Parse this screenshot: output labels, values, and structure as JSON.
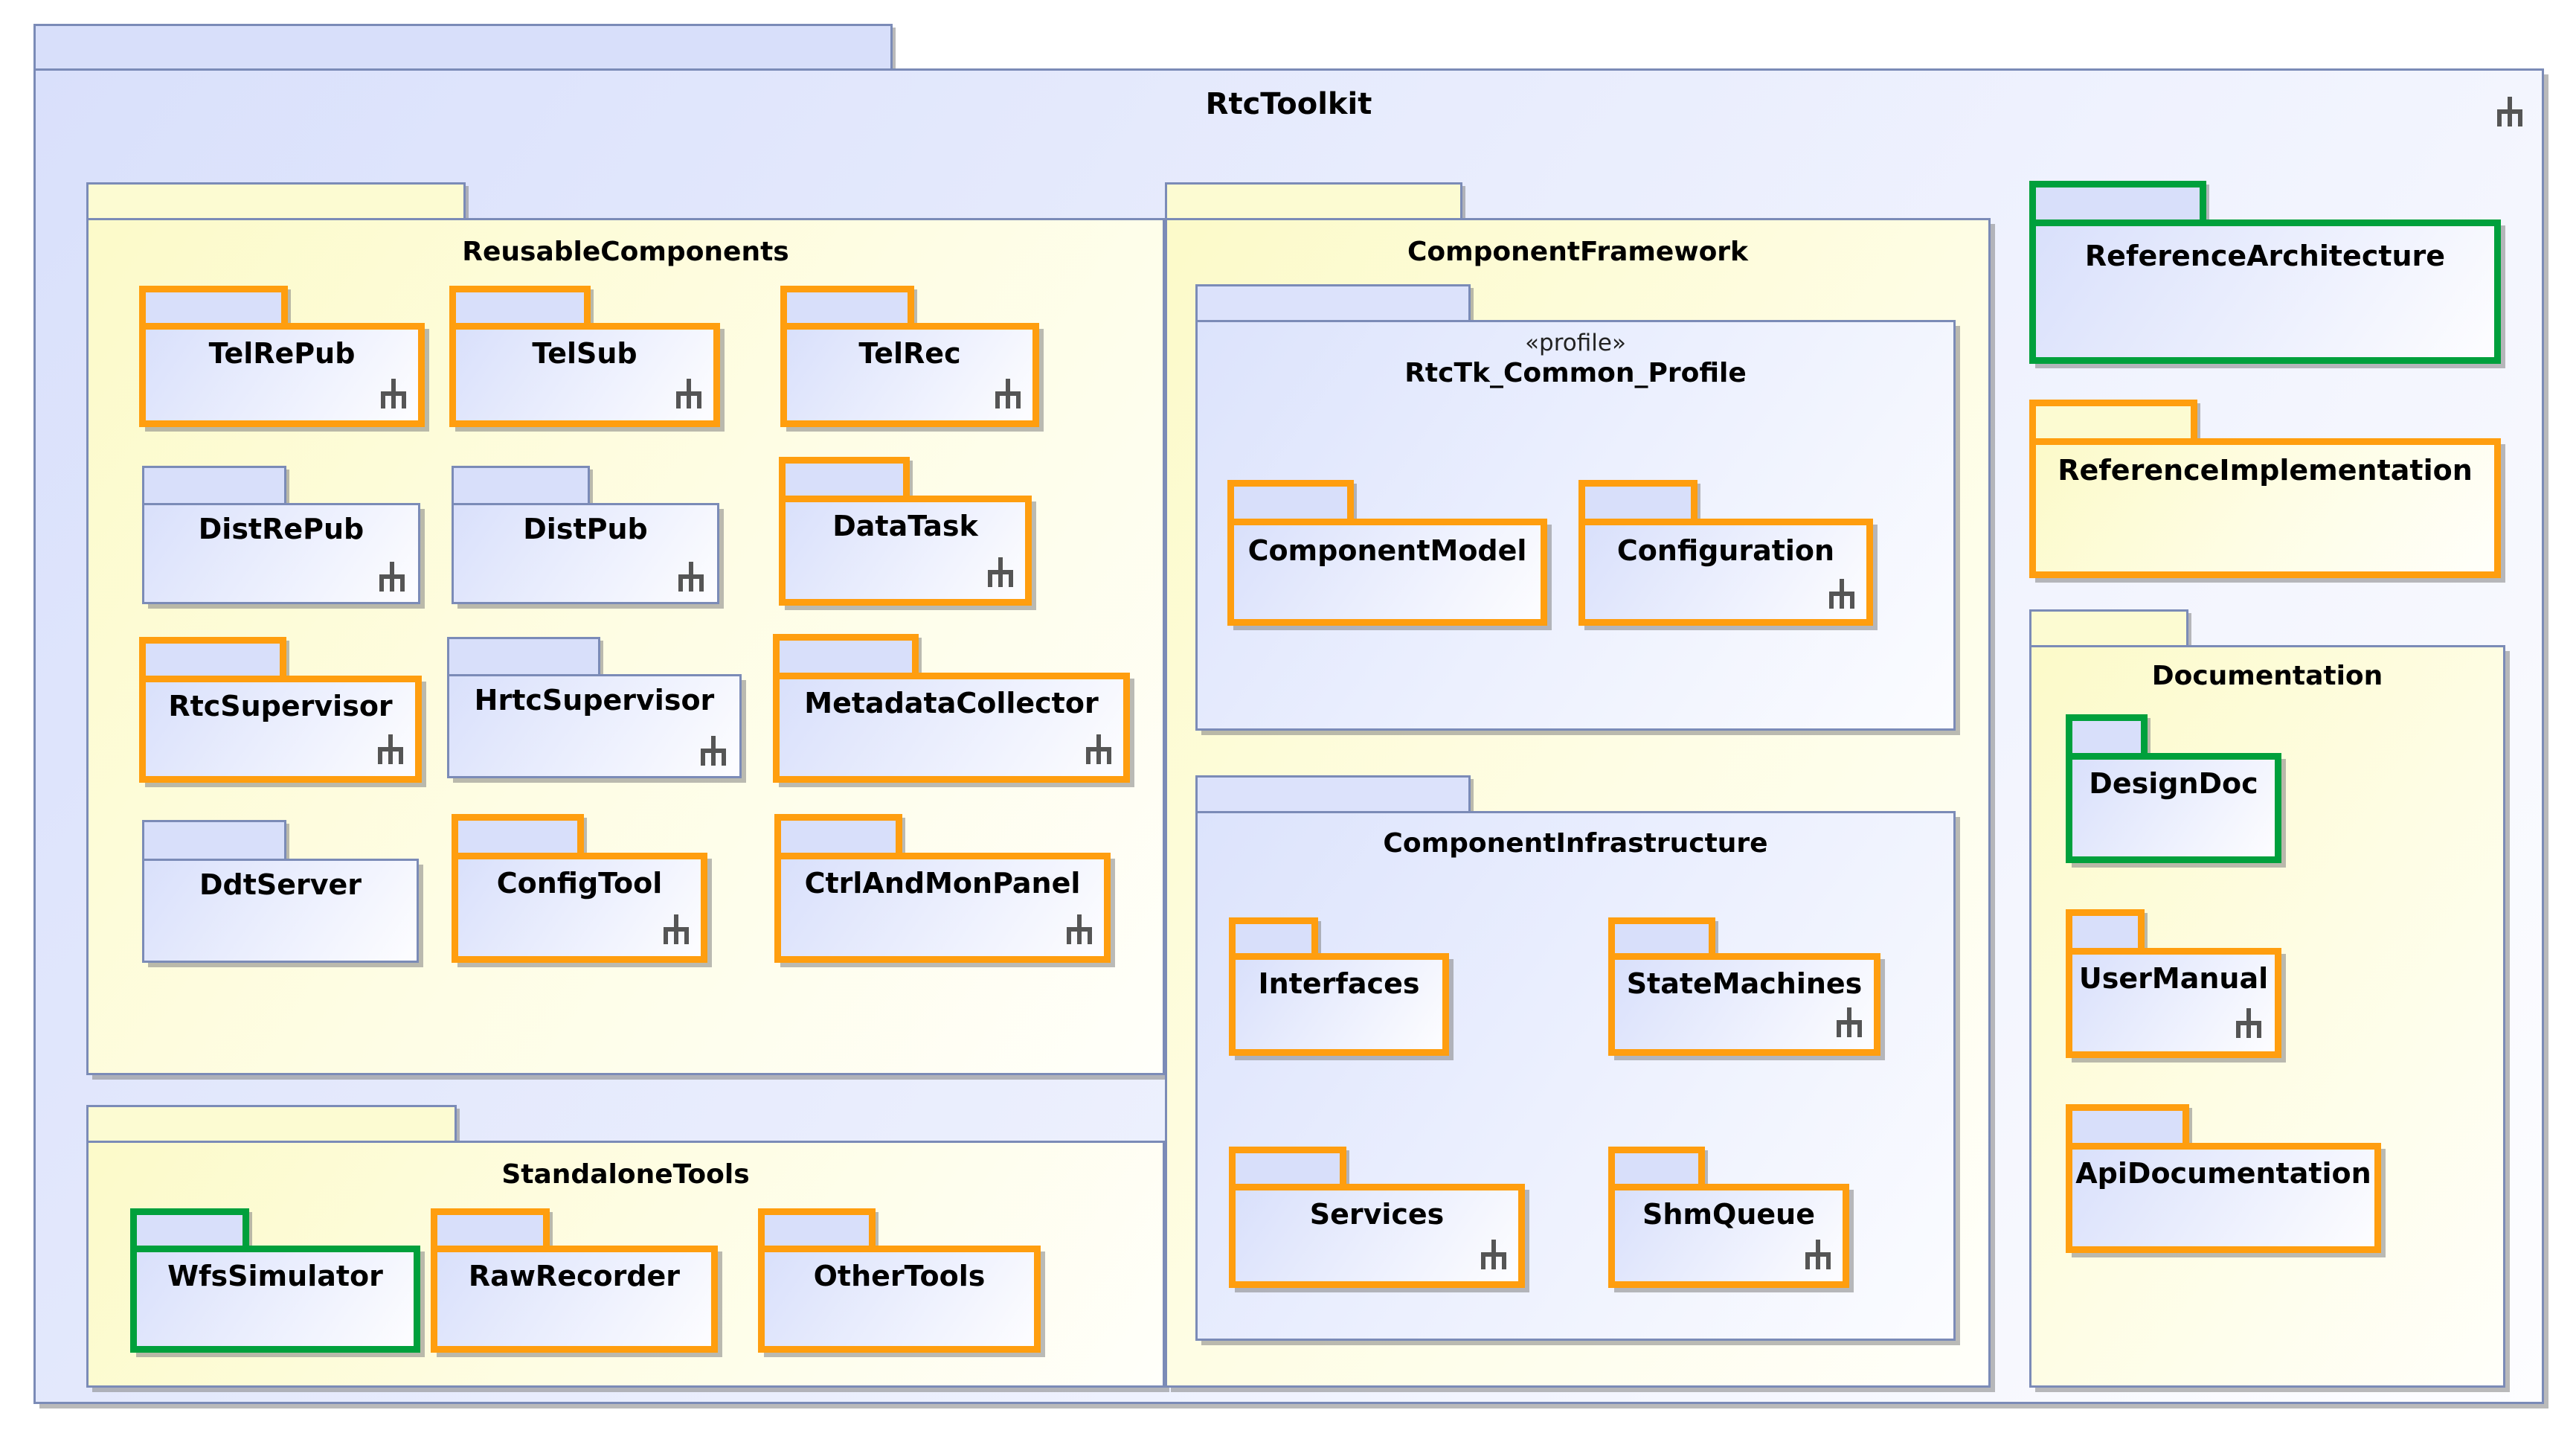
{
  "diagram": {
    "type": "uml-package-diagram",
    "root": {
      "name": "RtcToolkit",
      "border_color": "#7B8BB7",
      "fill_color": "#D8DFFA",
      "has_fork_icon": true
    },
    "colors": {
      "border_blue": "#7B8BB7",
      "border_orange": "#FF9E0F",
      "border_green": "#00A03C",
      "fill_blue": "#D8DFFA",
      "fill_yellow": "#FCFBD2",
      "shadow": "#8A8A8A",
      "text": "#000000"
    },
    "groups": [
      {
        "name": "ReusableComponents",
        "border": "blue",
        "fill": "yellow",
        "packages": [
          {
            "name": "TelRePub",
            "border": "orange",
            "fill": "blue",
            "fork": true
          },
          {
            "name": "TelSub",
            "border": "orange",
            "fill": "blue",
            "fork": true
          },
          {
            "name": "TelRec",
            "border": "orange",
            "fill": "blue",
            "fork": true
          },
          {
            "name": "DistRePub",
            "border": "blue",
            "fill": "blue",
            "fork": true
          },
          {
            "name": "DistPub",
            "border": "blue",
            "fill": "blue",
            "fork": true
          },
          {
            "name": "DataTask",
            "border": "orange",
            "fill": "blue",
            "fork": true
          },
          {
            "name": "RtcSupervisor",
            "border": "orange",
            "fill": "blue",
            "fork": true
          },
          {
            "name": "HrtcSupervisor",
            "border": "blue",
            "fill": "blue",
            "fork": true
          },
          {
            "name": "MetadataCollector",
            "border": "orange",
            "fill": "blue",
            "fork": true
          },
          {
            "name": "DdtServer",
            "border": "blue",
            "fill": "blue",
            "fork": false
          },
          {
            "name": "ConfigTool",
            "border": "orange",
            "fill": "blue",
            "fork": true
          },
          {
            "name": "CtrlAndMonPanel",
            "border": "orange",
            "fill": "blue",
            "fork": true
          }
        ]
      },
      {
        "name": "StandaloneTools",
        "border": "blue",
        "fill": "yellow",
        "packages": [
          {
            "name": "WfsSimulator",
            "border": "green",
            "fill": "blue",
            "fork": false
          },
          {
            "name": "RawRecorder",
            "border": "orange",
            "fill": "blue",
            "fork": false
          },
          {
            "name": "OtherTools",
            "border": "orange",
            "fill": "blue",
            "fork": false
          }
        ]
      },
      {
        "name": "ComponentFramework",
        "border": "blue",
        "fill": "yellow",
        "subgroups": [
          {
            "name": "RtcTk_Common_Profile",
            "stereotype": "«profile»",
            "border": "blue",
            "fill": "blue",
            "packages": [
              {
                "name": "ComponentModel",
                "border": "orange",
                "fill": "blue",
                "fork": false
              },
              {
                "name": "Configuration",
                "border": "orange",
                "fill": "blue",
                "fork": true
              }
            ]
          },
          {
            "name": "ComponentInfrastructure",
            "stereotype": "",
            "border": "blue",
            "fill": "blue",
            "packages": [
              {
                "name": "Interfaces",
                "border": "orange",
                "fill": "blue",
                "fork": false
              },
              {
                "name": "StateMachines",
                "border": "orange",
                "fill": "blue",
                "fork": true
              },
              {
                "name": "Services",
                "border": "orange",
                "fill": "blue",
                "fork": true
              },
              {
                "name": "ShmQueue",
                "border": "orange",
                "fill": "blue",
                "fork": true
              }
            ]
          }
        ]
      },
      {
        "name": "ReferenceArchitecture",
        "border": "green",
        "fill": "blue",
        "packages": []
      },
      {
        "name": "ReferenceImplementation",
        "border": "orange",
        "fill": "yellow",
        "packages": []
      },
      {
        "name": "Documentation",
        "border": "blue",
        "fill": "yellow",
        "packages": [
          {
            "name": "DesignDoc",
            "border": "green",
            "fill": "blue",
            "fork": false
          },
          {
            "name": "UserManual",
            "border": "orange",
            "fill": "blue",
            "fork": true
          },
          {
            "name": "ApiDocumentation",
            "border": "orange",
            "fill": "blue",
            "fork": false
          }
        ]
      }
    ]
  }
}
